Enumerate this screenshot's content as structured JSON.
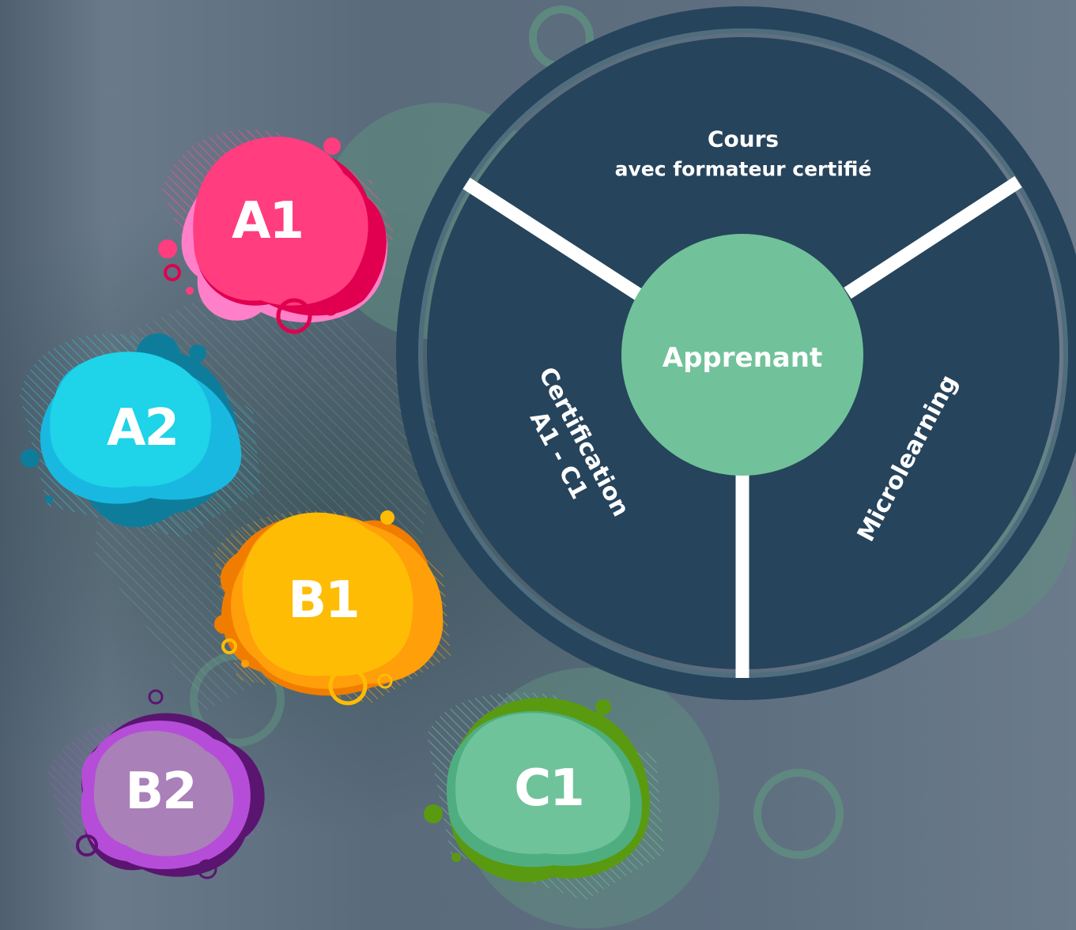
{
  "wheel": {
    "center_label": "Apprenant",
    "segments": {
      "top_line1": "Cours",
      "top_line2": "avec formateur certifié",
      "left_line1": "Certification",
      "left_line2": "A1 - C1",
      "right": "Microlearning"
    }
  },
  "levels": [
    {
      "label": "A1",
      "color": "#ff3d7f",
      "accent": "#ff7fc8",
      "dark": "#e0004f"
    },
    {
      "label": "A2",
      "color": "#1fd3e8",
      "accent": "#19b8e0",
      "dark": "#0e7d9c"
    },
    {
      "label": "B1",
      "color": "#ffbc05",
      "accent": "#ff9f0a",
      "dark": "#f07d00"
    },
    {
      "label": "B2",
      "color": "#a980b8",
      "accent": "#b64dd8",
      "dark": "#5a1570"
    },
    {
      "label": "C1",
      "color": "#6fc39a",
      "accent": "#4fae80",
      "dark": "#5a9a10"
    }
  ],
  "colors": {
    "wheel_fill": "#26445c",
    "wheel_ring": "#26445c",
    "center_fill": "#71c29a",
    "divider": "#ffffff"
  }
}
